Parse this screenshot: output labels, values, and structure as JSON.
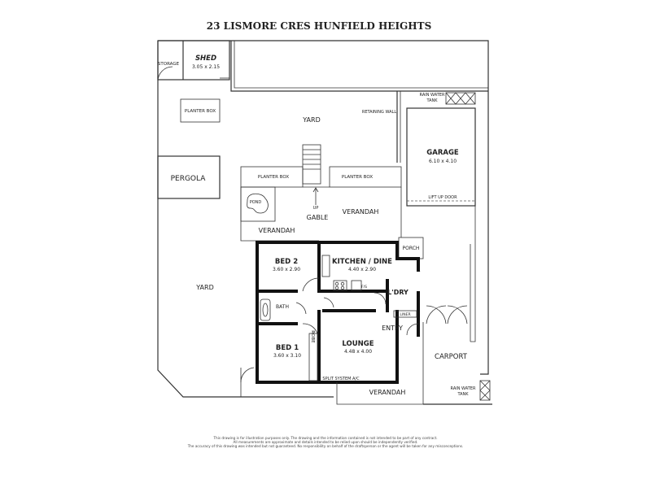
{
  "title": "23 LISMORE CRES HUNFIELD HEIGHTS",
  "rooms": {
    "storage": "STORAGE",
    "shed": {
      "name": "SHED",
      "dims": "3.05 x 2.15"
    },
    "planter_box_top": "PLANTER BOX",
    "yard_top": "YARD",
    "retaining_wall": "RETAINING WALL",
    "rain_water_tank_top": {
      "line1": "RAIN WATER",
      "line2": "TANK"
    },
    "garage": {
      "name": "GARAGE",
      "dims": "6.10 x 4.10"
    },
    "lift_up_door": "LIFT UP DOOR",
    "pergola": "PERGOLA",
    "planter_box_left": "PLANTER BOX",
    "planter_box_right": "PLANTER BOX",
    "pond": "POND",
    "up": "UP",
    "gable": "GABLE",
    "verandah_upper_right": "VERANDAH",
    "verandah_upper_left": "VERANDAH",
    "porch": "PORCH",
    "bed2": {
      "name": "BED  2",
      "dims": "3.60 x 2.90"
    },
    "kitchen": {
      "name": "KITCHEN / DINE",
      "dims": "4.40 x 2.90"
    },
    "fs": "F/S",
    "ldry": "L'DRY",
    "liner": "LINER",
    "bath": "BATH",
    "yard_left": "YARD",
    "entry": "ENTRY",
    "bed1": {
      "name": "BED  1",
      "dims": "3.60 x 3.10"
    },
    "robe": "ROBE",
    "lounge": {
      "name": "LOUNGE",
      "dims": "4.48 x 4.00"
    },
    "carport": "CARPORT",
    "split_system": "SPLIT SYSTEM A/C",
    "rain_water_tank_bottom": {
      "line1": "RAIN WATER",
      "line2": "TANK"
    },
    "verandah_bottom": "VERANDAH"
  },
  "disclaimer": [
    "This drawing is for illustration purposes only. The drawing and the information contained is not intended to be part of any contract.",
    "All measurements are approximate and details intended to be relied upon should be independently verified.",
    "The accuracy of this drawing was intended but not guaranteed. No responsibility on behalf of the draftsperson or the agent will be taken for any  misconceptions."
  ]
}
